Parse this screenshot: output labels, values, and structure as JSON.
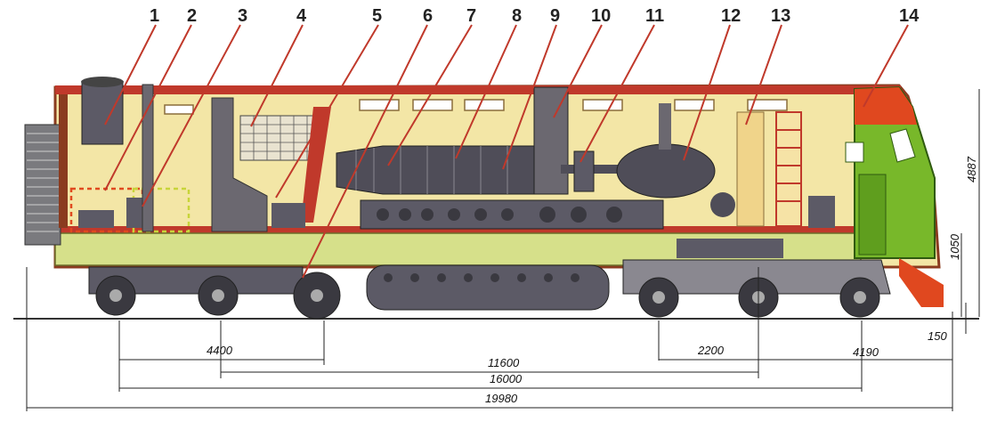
{
  "callouts": [
    "1",
    "2",
    "3",
    "4",
    "5",
    "6",
    "7",
    "8",
    "9",
    "10",
    "11",
    "12",
    "13",
    "14"
  ],
  "dimensions": {
    "bogie_base": "4400",
    "truck_centers": "11600",
    "wheel_spacing": "2200",
    "overall_wheelbase": "16000",
    "length_over_couplers": "19980",
    "height": "4887",
    "frame_height": "1050",
    "rail_clearance": "150",
    "front_overhang": "4190"
  },
  "colors": {
    "body": "#f3e6a6",
    "frame": "#d6e08a",
    "red_roof": "#c0392b",
    "cab_green": "#78b82a",
    "nose_red": "#e0481f",
    "machinery": "#5c5a66",
    "leader": "#c0392b"
  }
}
